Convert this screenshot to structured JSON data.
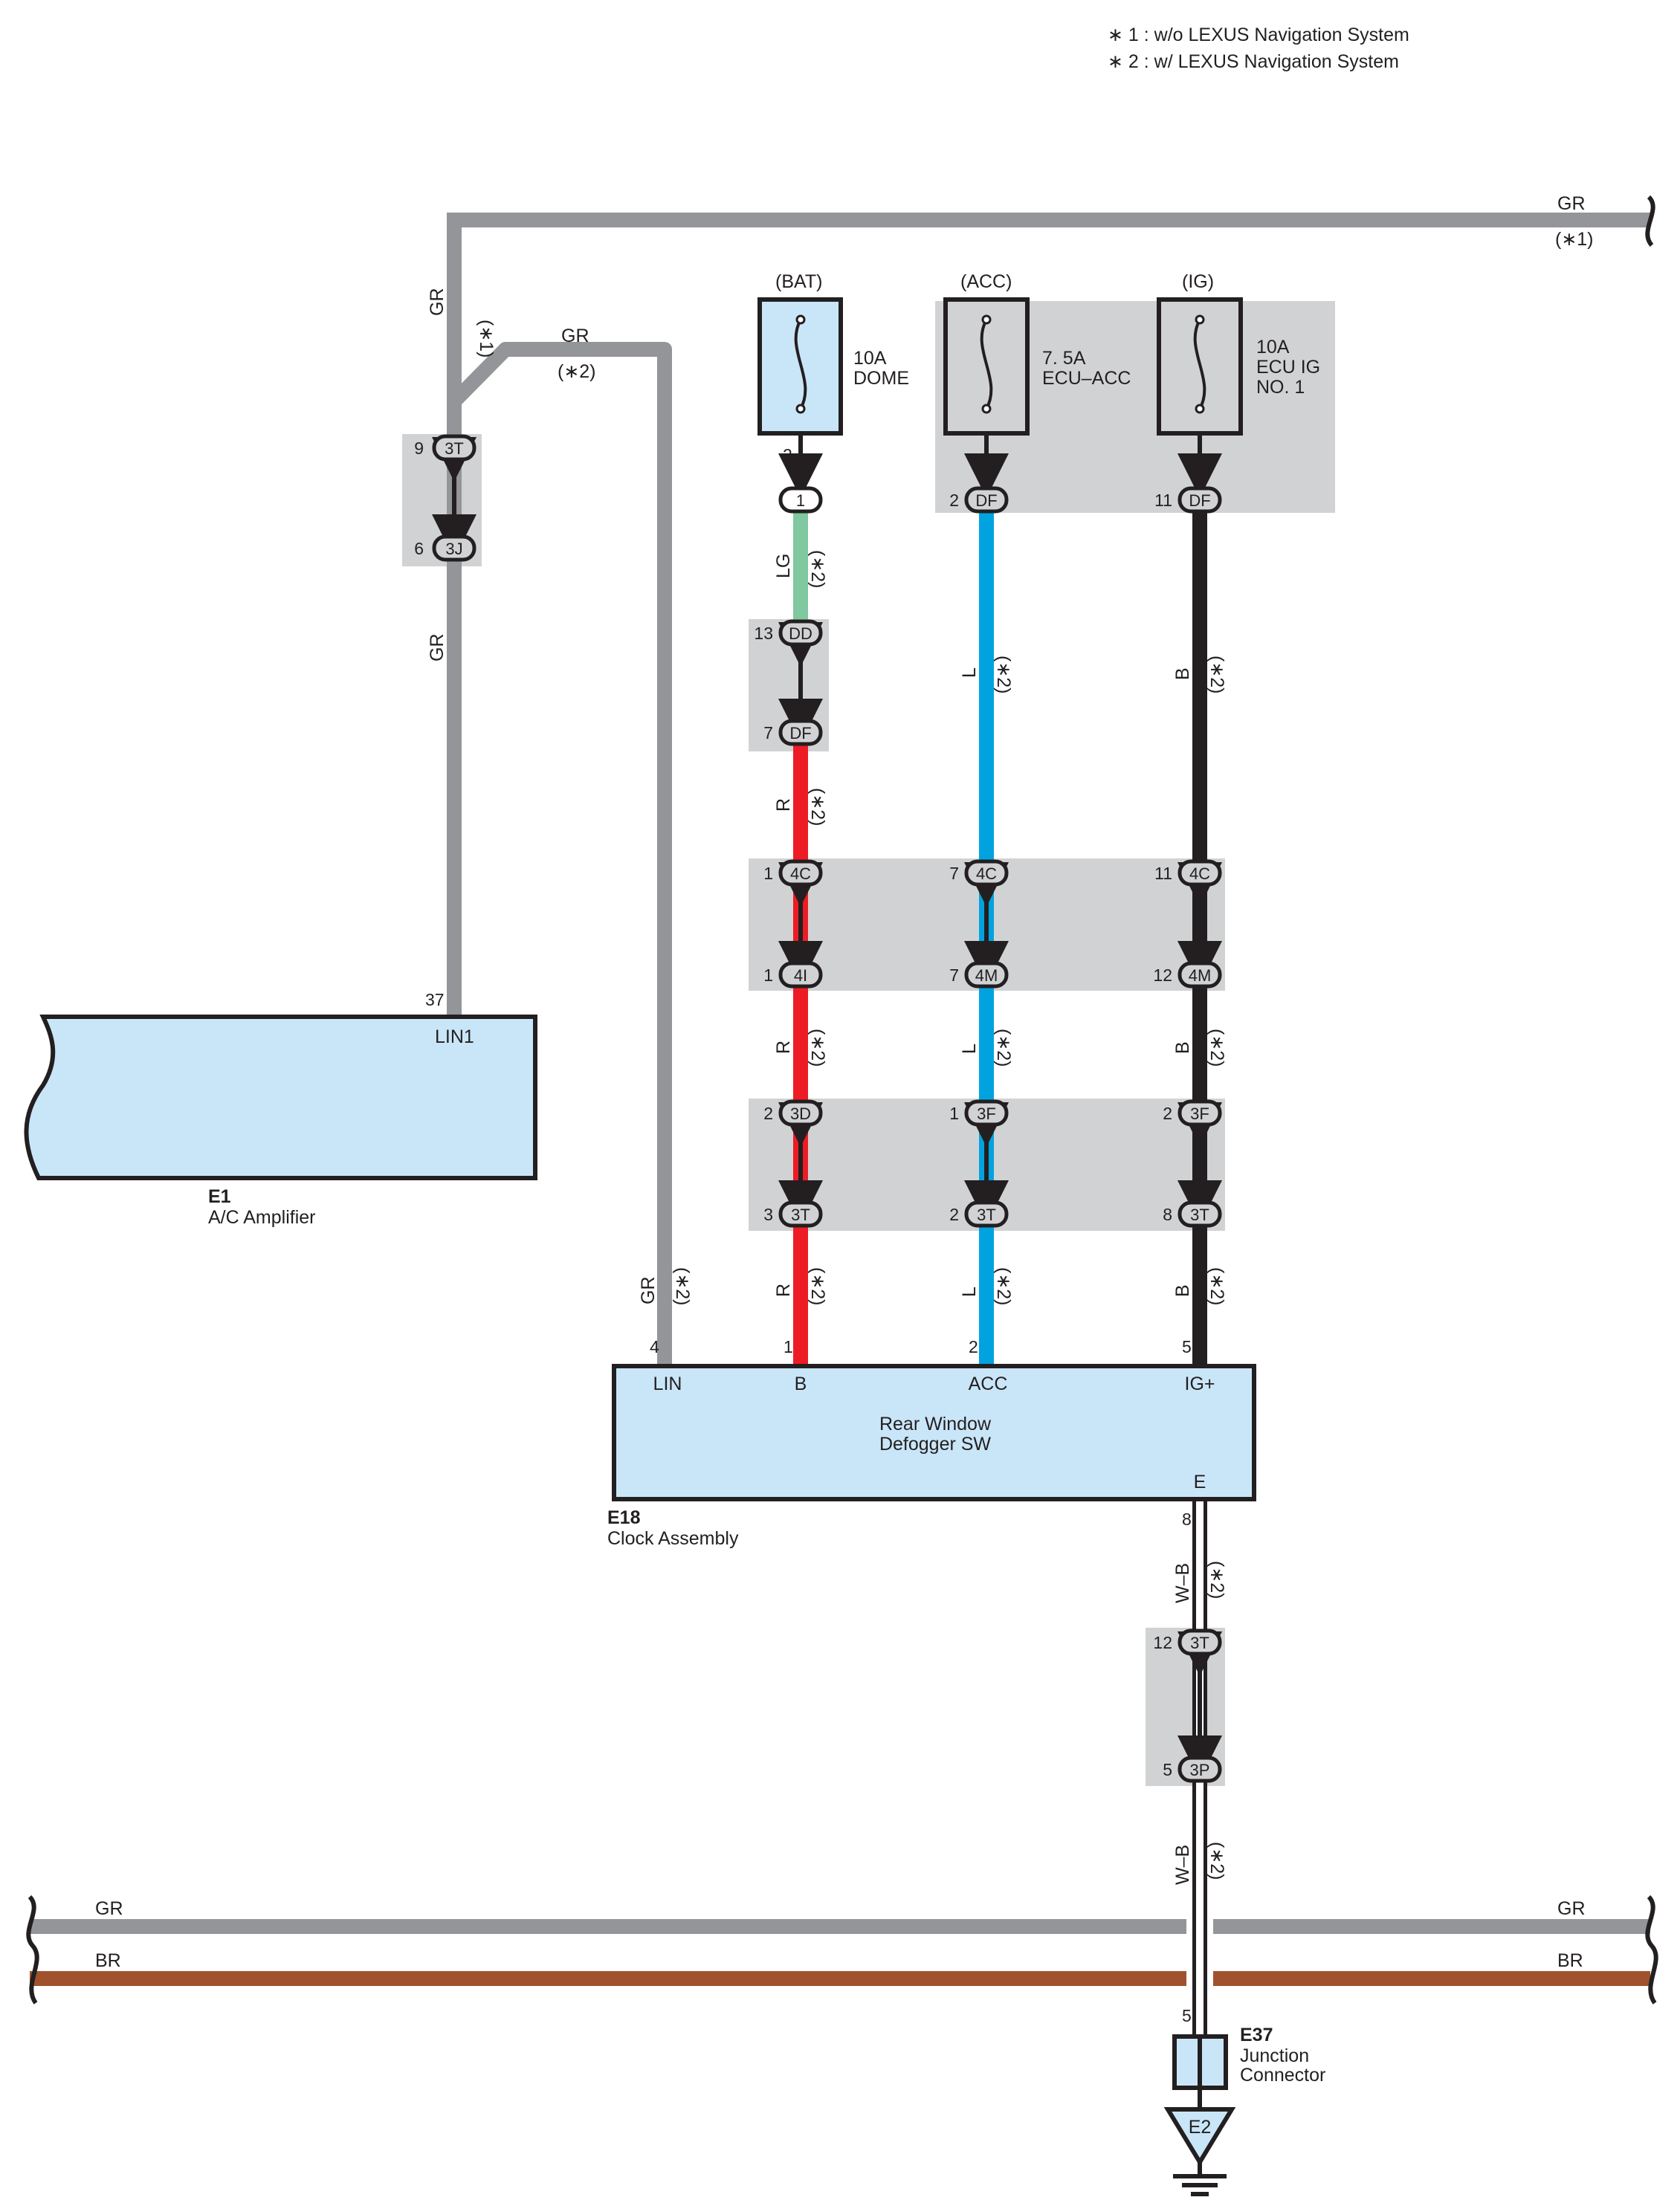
{
  "notes": {
    "note1": "∗ 1 : w/o LEXUS Navigation System",
    "note2": "∗ 2 : w/ LEXUS Navigation System"
  },
  "colors": {
    "GR": "#939598",
    "BR": "#a0522d",
    "R": "#ed1c24",
    "L": "#00a3e0",
    "B": "#231f20",
    "LG": "#7fc8a0",
    "WB": "#ffffff",
    "component_fill": "#c9e6f8",
    "junction_shade": "#d1d2d4"
  },
  "fuses": {
    "dome": {
      "source": "(BAT)",
      "rating": "10A",
      "name": "DOME"
    },
    "acc": {
      "source": "(ACC)",
      "rating": "7. 5A",
      "name": "ECU–ACC"
    },
    "ig": {
      "source": "(IG)",
      "rating": "10A",
      "name1": "ECU IG",
      "name2": "NO. 1"
    }
  },
  "connectors": {
    "c9_3T": {
      "pin": "9",
      "id": "3T"
    },
    "c6_3J": {
      "pin": "6",
      "id": "3J"
    },
    "c1": {
      "id": "1"
    },
    "c2_DF": {
      "pin": "2",
      "id": "DF"
    },
    "c11_DF": {
      "pin": "11",
      "id": "DF"
    },
    "c13_DD": {
      "pin": "13",
      "id": "DD"
    },
    "c7_DF": {
      "pin": "7",
      "id": "DF"
    },
    "c1_4C": {
      "pin": "1",
      "id": "4C"
    },
    "c7_4C": {
      "pin": "7",
      "id": "4C"
    },
    "c11_4C": {
      "pin": "11",
      "id": "4C"
    },
    "c1_4I": {
      "pin": "1",
      "id": "4I"
    },
    "c7_4M": {
      "pin": "7",
      "id": "4M"
    },
    "c12_4M": {
      "pin": "12",
      "id": "4M"
    },
    "c2_3D": {
      "pin": "2",
      "id": "3D"
    },
    "c1_3F": {
      "pin": "1",
      "id": "3F"
    },
    "c2_3F": {
      "pin": "2",
      "id": "3F"
    },
    "c3_3T": {
      "pin": "3",
      "id": "3T"
    },
    "c2_3T": {
      "pin": "2",
      "id": "3T"
    },
    "c8_3T": {
      "pin": "8",
      "id": "3T"
    },
    "c12_3T": {
      "pin": "12",
      "id": "3T"
    },
    "c5_3P": {
      "pin": "5",
      "id": "3P"
    }
  },
  "pins": {
    "dome_out": "2",
    "lin1": "37",
    "clock_lin": "4",
    "clock_b": "1",
    "clock_acc": "2",
    "clock_ig": "5",
    "clock_e": "8",
    "e37": "5"
  },
  "wire_labels": {
    "gr": "GR",
    "star1": "(∗1)",
    "star2": "(∗2)",
    "lg": "LG",
    "l": "L",
    "b": "B",
    "r": "R",
    "wb": "W–B",
    "br": "BR"
  },
  "components": {
    "ac_amp": {
      "code": "E1",
      "name": "A/C Amplifier",
      "terminal": "LIN1"
    },
    "clock": {
      "code": "E18",
      "name": "Clock Assembly",
      "function_line1": "Rear Window",
      "function_line2": "Defogger SW",
      "t_lin": "LIN",
      "t_b": "B",
      "t_acc": "ACC",
      "t_ig": "IG+",
      "t_e": "E"
    },
    "junction": {
      "code": "E37",
      "name1": "Junction",
      "name2": "Connector"
    },
    "ground": {
      "code": "E2"
    }
  }
}
